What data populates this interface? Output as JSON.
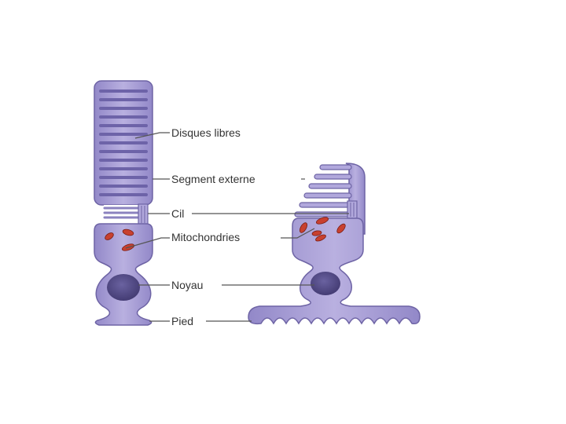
{
  "labels": {
    "disques_libres": "Disques libres",
    "segment_externe": "Segment externe",
    "cil": "Cil",
    "mitochondries": "Mitochondries",
    "noyau": "Noyau",
    "pied": "Pied"
  },
  "colors": {
    "cell_fill": "#a79dd2",
    "cell_outline": "#6e64a5",
    "disc": "#6d63a8",
    "nucleus": "#524a85",
    "mitochondria": "#c8402f",
    "leader_line": "#555555",
    "label_text": "#333333"
  }
}
